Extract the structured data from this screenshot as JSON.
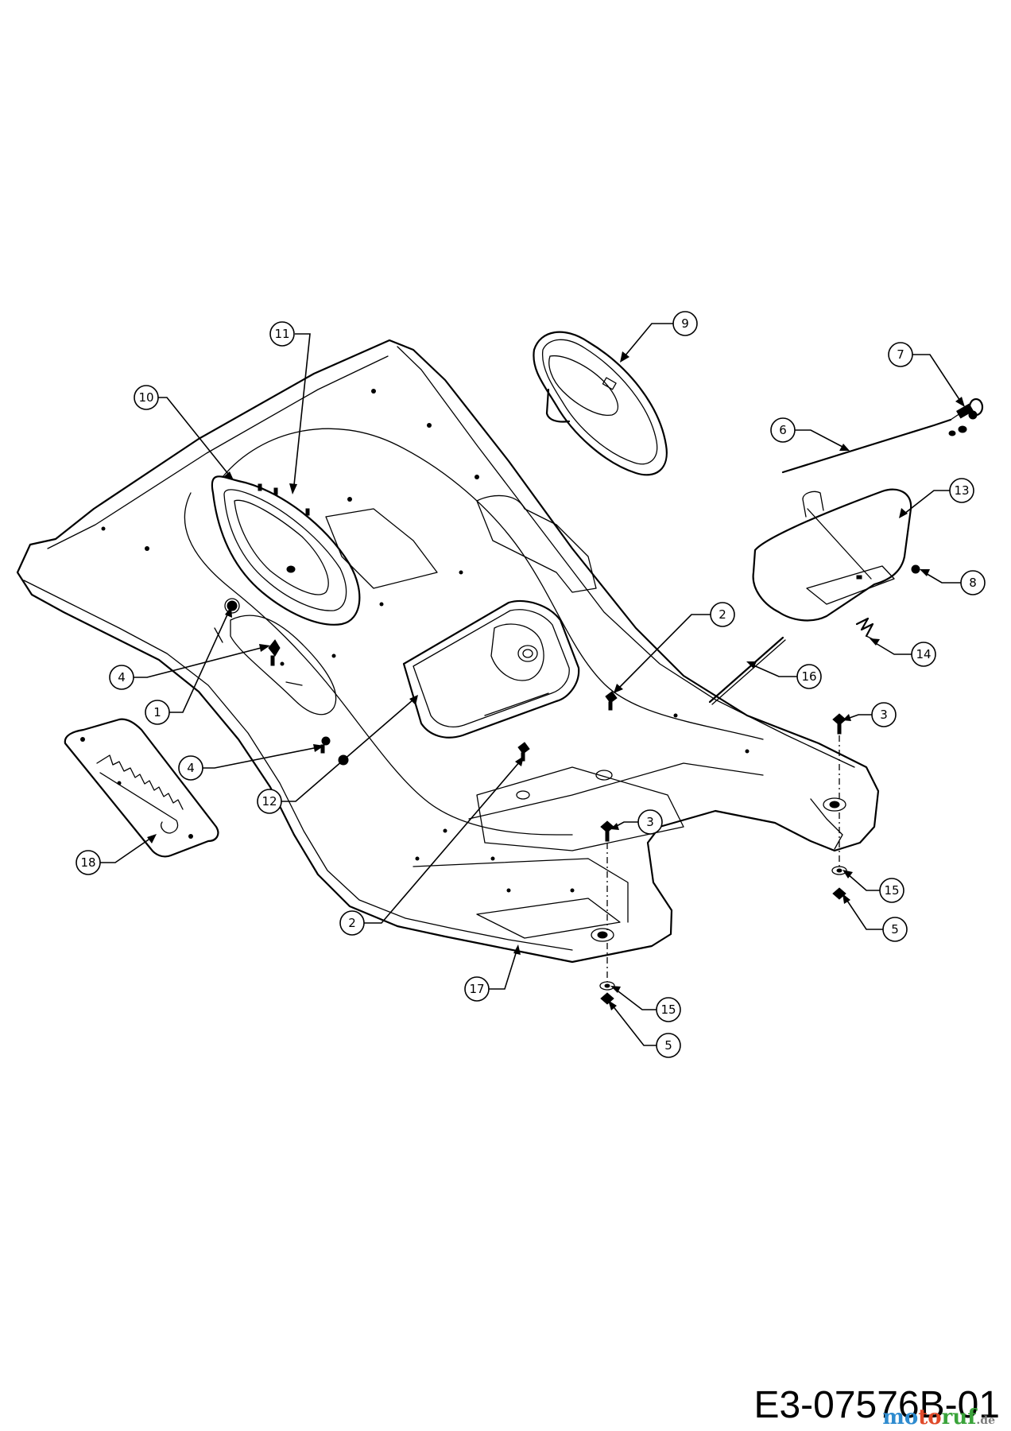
{
  "drawing_code": "E3-07576B-01",
  "watermark": {
    "text": "motoruf.de",
    "parts": [
      "mo",
      "to",
      "ruf",
      ".de"
    ]
  },
  "callouts": [
    {
      "label": "1",
      "name": "1"
    },
    {
      "label": "2",
      "name": "2-upper"
    },
    {
      "label": "2",
      "name": "2-lower"
    },
    {
      "label": "3",
      "name": "3-upper"
    },
    {
      "label": "3",
      "name": "3-lower"
    },
    {
      "label": "4",
      "name": "4-upper"
    },
    {
      "label": "4",
      "name": "4-lower"
    },
    {
      "label": "5",
      "name": "5-right"
    },
    {
      "label": "5",
      "name": "5-bottom"
    },
    {
      "label": "6",
      "name": "6"
    },
    {
      "label": "7",
      "name": "7"
    },
    {
      "label": "8",
      "name": "8"
    },
    {
      "label": "9",
      "name": "9"
    },
    {
      "label": "10",
      "name": "10"
    },
    {
      "label": "11",
      "name": "11"
    },
    {
      "label": "12",
      "name": "12"
    },
    {
      "label": "13",
      "name": "13"
    },
    {
      "label": "14",
      "name": "14"
    },
    {
      "label": "15",
      "name": "15-right"
    },
    {
      "label": "15",
      "name": "15-bottom"
    },
    {
      "label": "16",
      "name": "16"
    },
    {
      "label": "17",
      "name": "17"
    },
    {
      "label": "18",
      "name": "18"
    }
  ],
  "colors": {
    "line": "#000000",
    "background": "#ffffff",
    "watermark_blue": "#2e8bcf",
    "watermark_red": "#e04a2a",
    "watermark_green": "#3aa33a"
  }
}
